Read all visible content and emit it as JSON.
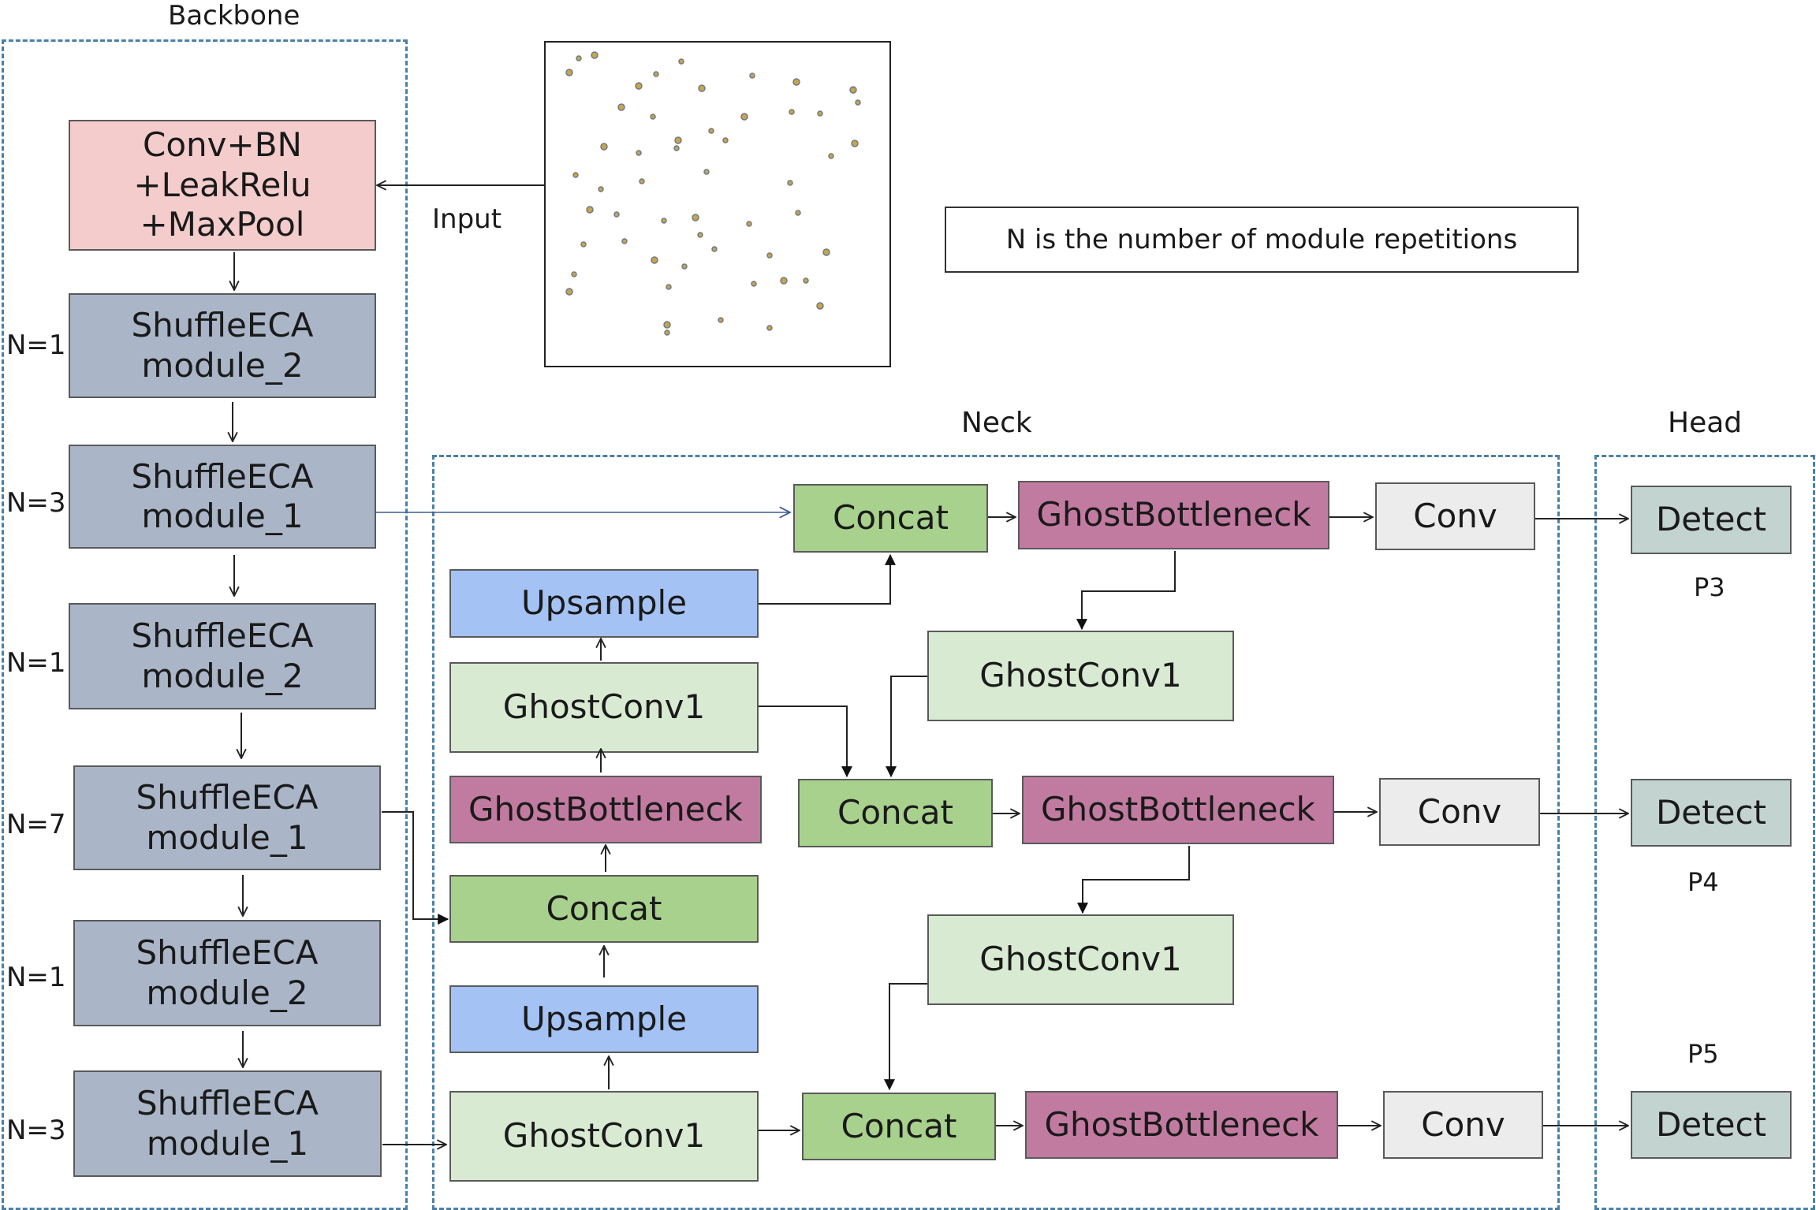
{
  "sections": {
    "backbone": "Backbone",
    "neck": "Neck",
    "head": "Head"
  },
  "input_label": "Input",
  "note": "N is the number of module repetitions",
  "colors": {
    "pink": "#f4cccc",
    "slate": "#aab6c8",
    "green": "#a9d18e",
    "light_green": "#d9ead3",
    "magenta": "#c27ba0",
    "blue": "#a4c2f4",
    "gray": "#ececec",
    "teal": "#c3d3d0",
    "border": "#4a7fa8"
  },
  "backbone": {
    "stem": "Conv+BN\n+LeakRelu\n+MaxPool",
    "modules": [
      {
        "n": "N=1",
        "label": "ShuffleECA\nmodule_2"
      },
      {
        "n": "N=3",
        "label": "ShuffleECA\nmodule_1"
      },
      {
        "n": "N=1",
        "label": "ShuffleECA\nmodule_2"
      },
      {
        "n": "N=7",
        "label": "ShuffleECA\nmodule_1"
      },
      {
        "n": "N=1",
        "label": "ShuffleECA\nmodule_2"
      },
      {
        "n": "N=3",
        "label": "ShuffleECA\nmodule_1"
      }
    ]
  },
  "neck": {
    "upsample_top": "Upsample",
    "ghostconv1_a": "GhostConv1",
    "ghostbottleneck_a": "GhostBottleneck",
    "concat_a": "Concat",
    "upsample_bottom": "Upsample",
    "ghostconv1_b": "GhostConv1",
    "concat_p3": "Concat",
    "ghostbottleneck_p3": "GhostBottleneck",
    "conv_p3": "Conv",
    "ghostconv1_c": "GhostConv1",
    "concat_p4": "Concat",
    "ghostbottleneck_p4": "GhostBottleneck",
    "conv_p4": "Conv",
    "ghostconv1_d": "GhostConv1",
    "concat_p5": "Concat",
    "ghostbottleneck_p5": "GhostBottleneck",
    "conv_p5": "Conv"
  },
  "head": {
    "detect": "Detect",
    "p3": "P3",
    "p4": "P4",
    "p5": "P5"
  }
}
